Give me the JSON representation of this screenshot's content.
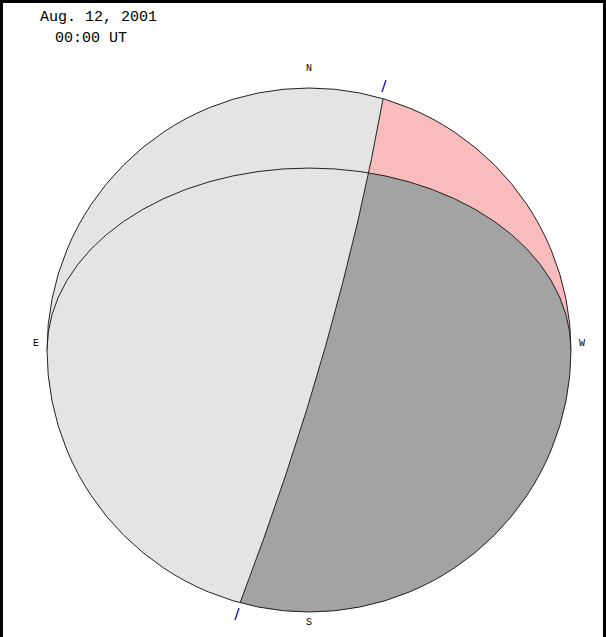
{
  "diagram": {
    "labels": [
      "Aug. 12, 2001",
      "00:00 UT",
      "N",
      "E",
      "W",
      "S"
    ]
  }
}
